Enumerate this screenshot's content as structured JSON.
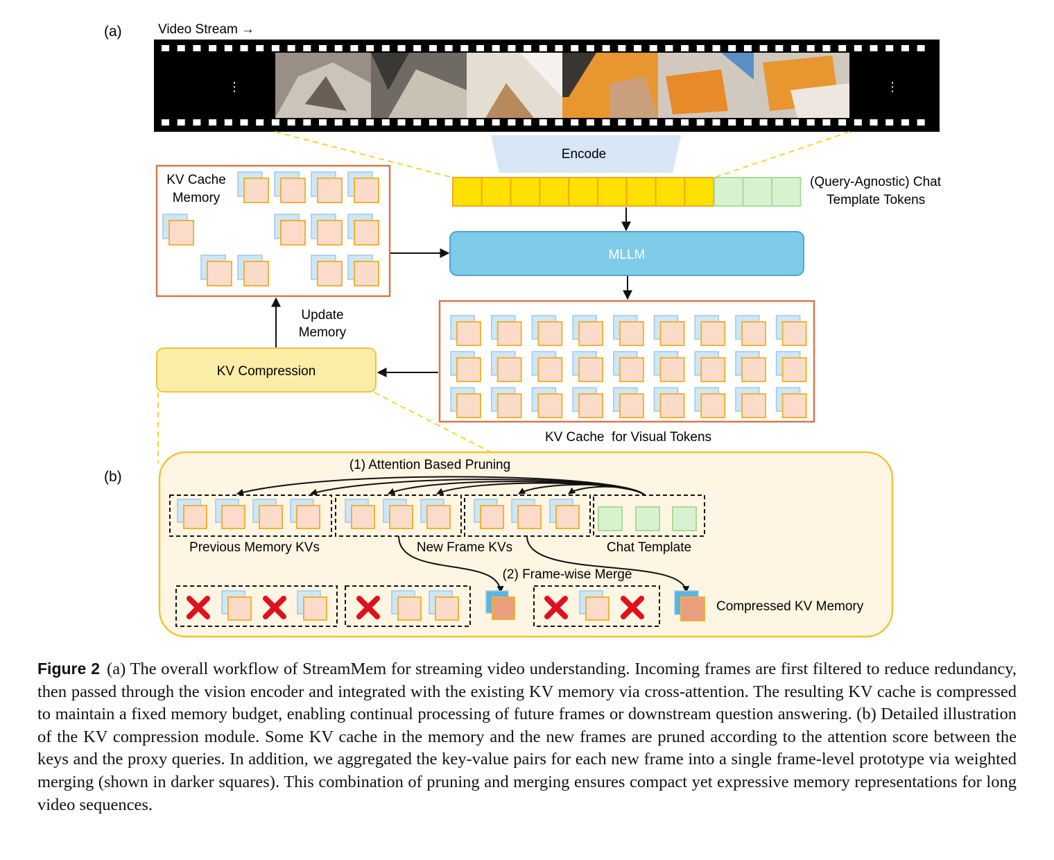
{
  "panel_a": {
    "label": "(a)",
    "video_stream_label": "Video Stream →",
    "film_ellipsis": "⋮",
    "encode_label": "Encode",
    "chat_template_label_line1": "(Query-Agnostic) Chat",
    "chat_template_label_line2": "Template Tokens",
    "mllm_label": "MLLM",
    "kv_cache_memory_line1": "KV Cache",
    "kv_cache_memory_line2": "Memory",
    "update_memory_line1": "Update",
    "update_memory_line2": "Memory",
    "kv_compression_label": "KV Compression",
    "kv_cache_visual_label": "KV Cache  for Visual Tokens"
  },
  "panel_b": {
    "label": "(b)",
    "attention_pruning_label": "(1) Attention Based Pruning",
    "previous_memory_label": "Previous Memory KVs",
    "new_frame_label": "New Frame KVs",
    "chat_template_label": "Chat Template",
    "frame_merge_label": "(2) Frame-wise Merge",
    "compressed_label": "Compressed KV Memory"
  },
  "caption": {
    "label": "Figure 2",
    "text": "(a) The overall workflow of StreamMem for streaming video understanding. Incoming frames are first filtered to reduce redundancy, then passed through the vision encoder and integrated with the existing KV memory via cross-attention. The resulting KV cache is compressed to maintain a fixed memory budget, enabling continual processing of future frames or downstream question answering. (b) Detailed illustration of the KV compression module. Some KV cache in the memory and the new frames are pruned according to the attention score between the keys and the proxy queries. In addition, we aggregated the key-value pairs for each new frame into a single frame-level prototype via weighted merging (shown in darker squares). This combination of pruning and merging ensures compact yet expressive memory representations for long video sequences."
  },
  "colors": {
    "key_light": "#cfe6f5",
    "key_border": "#9fc8e6",
    "value_light": "#fbdccb",
    "value_border": "#f2b233",
    "merged_key": "#5ab4e5",
    "merged_value": "#e99e7e",
    "visual_token": "#ffe100",
    "chat_token": "#d8f2d0",
    "mllm_fill": "#7ecbea",
    "compression_fill": "#fbeca6",
    "panel_b_fill": "#fff5e3",
    "orange_border": "#d9774a",
    "prune_x": "#e0101c"
  }
}
